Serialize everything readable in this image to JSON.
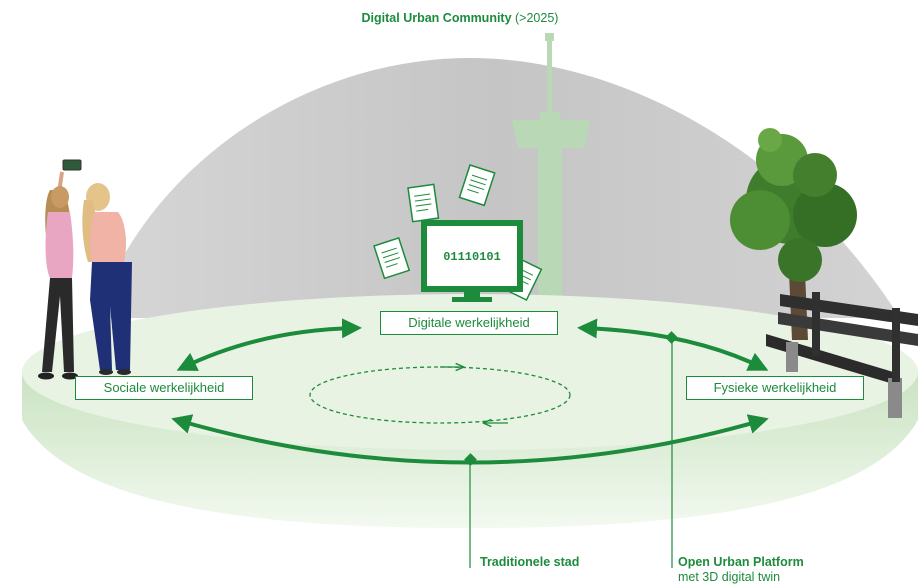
{
  "title": {
    "main": "Digital Urban Community",
    "suffix": " (>2025)"
  },
  "labels": {
    "digital": "Digitale werkelijkheid",
    "social": "Sociale werkelijkheid",
    "physical": "Fysieke werkelijkheid"
  },
  "screen_binary": "01110101",
  "callouts": {
    "traditional": "Traditionele stad",
    "platform": "Open Urban Platform",
    "platform_sub": "met 3D digital twin"
  },
  "colors": {
    "accent": "#1d8b3c",
    "platform_top": "#e9f3e4",
    "dome": "#cbcbcb",
    "tower": "#b9d9b6"
  },
  "icons": [
    "people-figure-icon",
    "computer-monitor-icon",
    "document-icon",
    "tower-icon",
    "tree-icon",
    "bench-icon"
  ]
}
